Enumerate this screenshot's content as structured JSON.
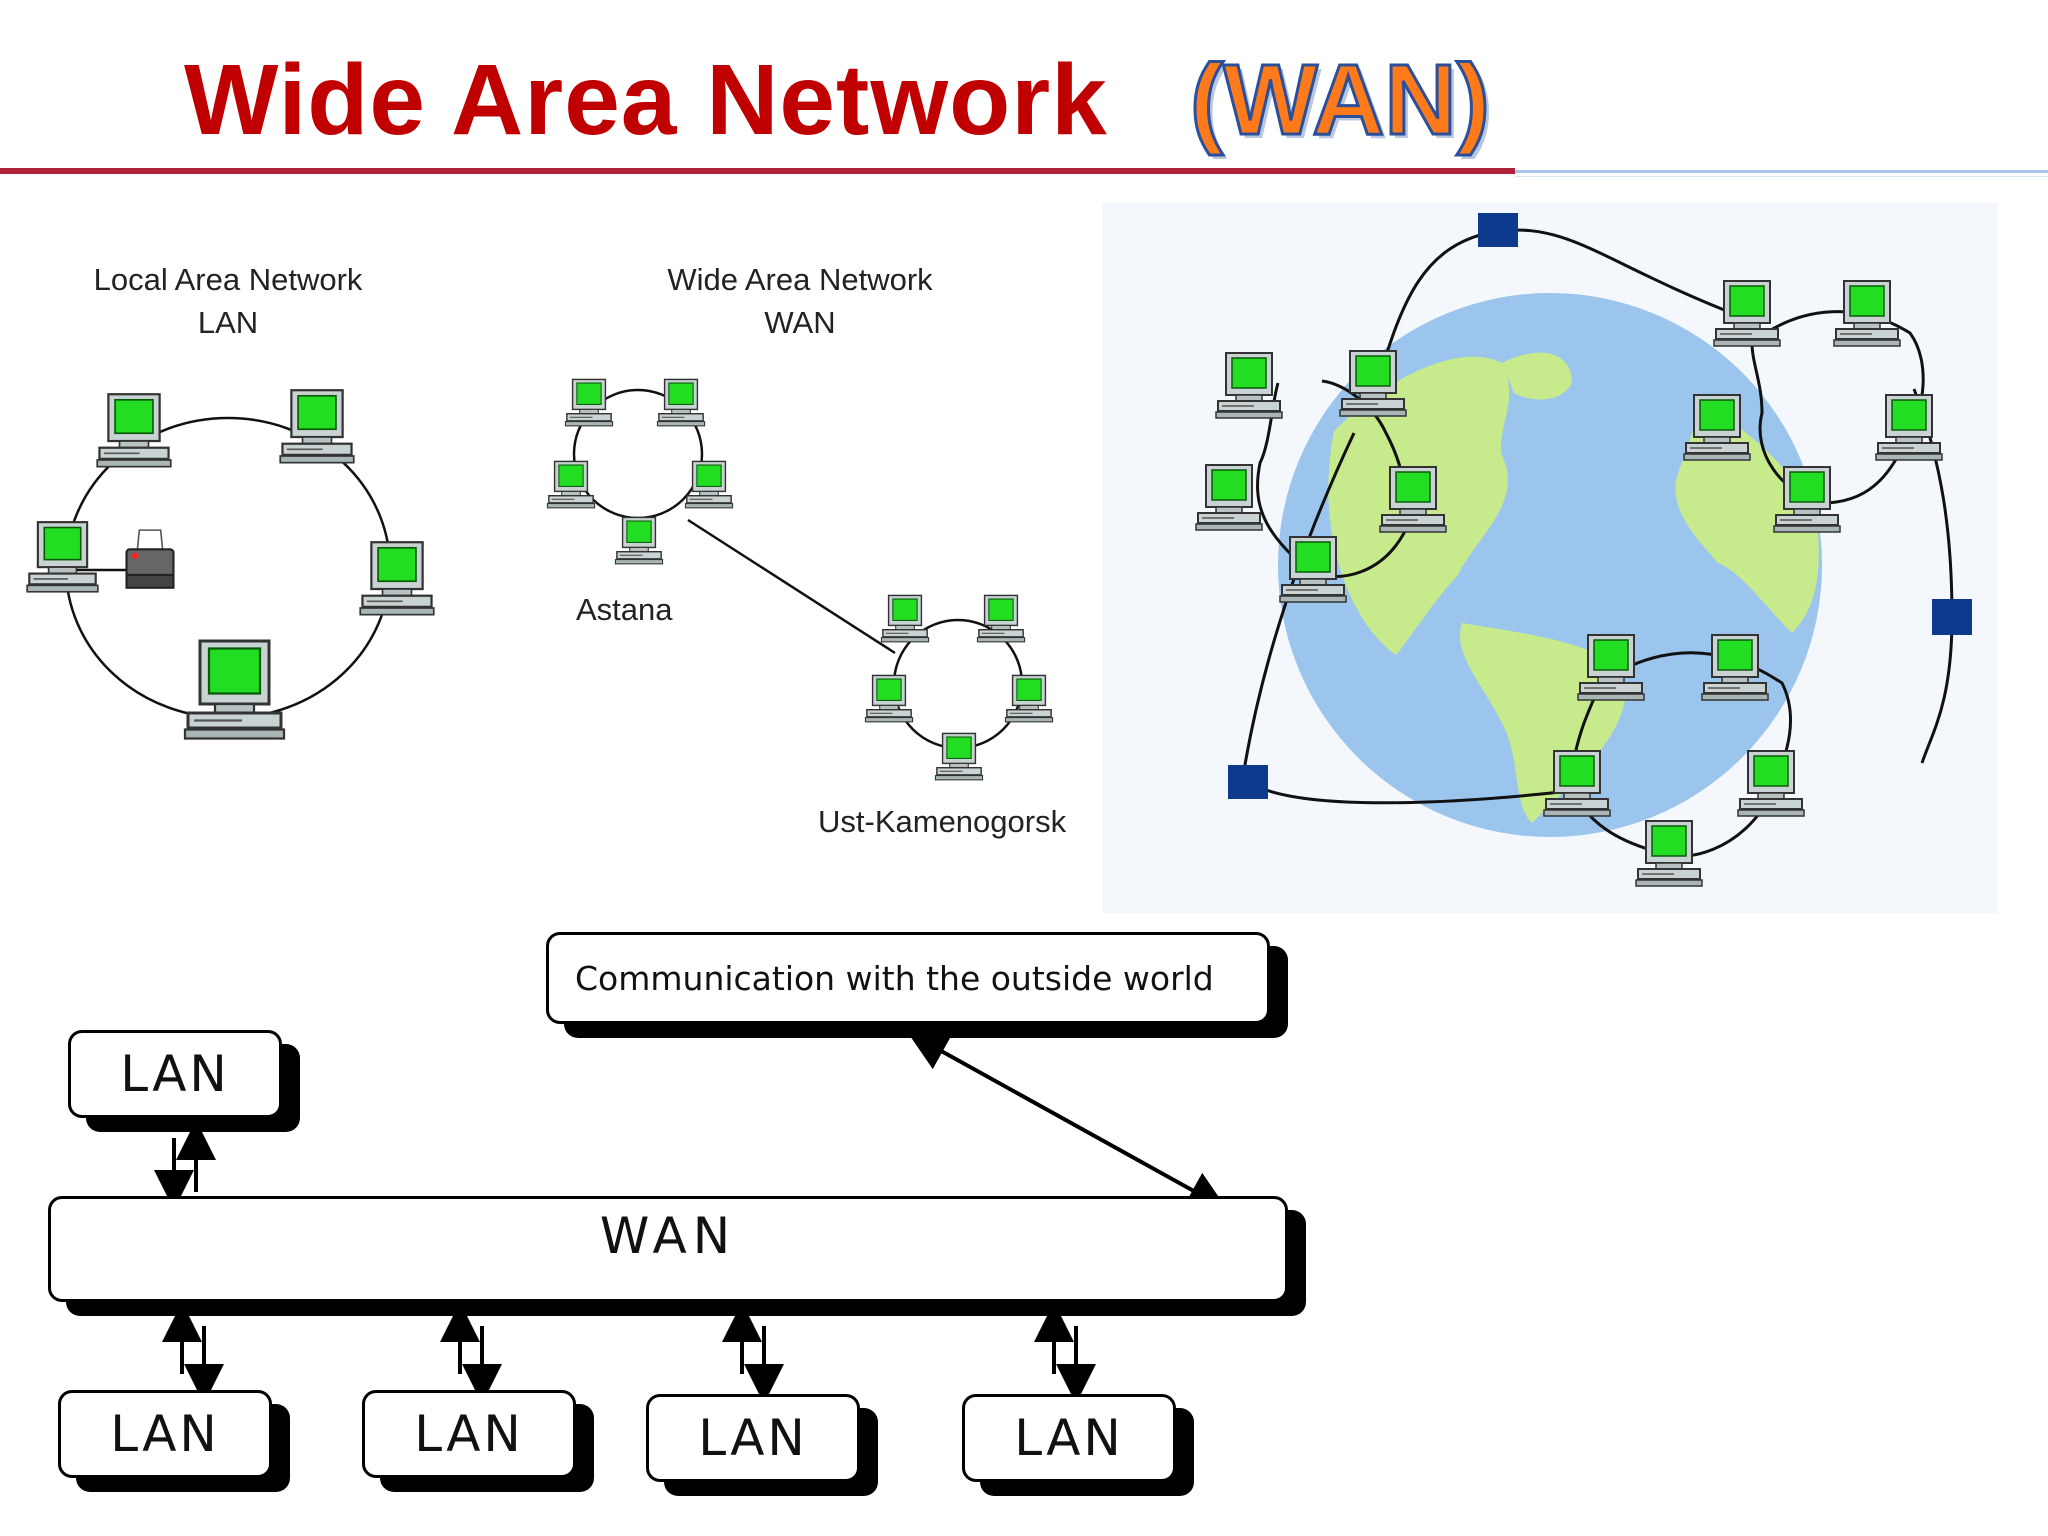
{
  "title": {
    "main": "Wide Area Network",
    "abbr": "(WAN)"
  },
  "lan_diagram": {
    "title_line1": "Local Area Network",
    "title_line2": "LAN"
  },
  "wan_diagram": {
    "title_line1": "Wide Area Network",
    "title_line2": "WAN",
    "city_1": "Astana",
    "city_2": "Ust-Kamenogorsk"
  },
  "block_diagram": {
    "outside": "Communication with the outside world",
    "wan": "WAN",
    "lans": [
      "LAN",
      "LAN",
      "LAN",
      "LAN",
      "LAN"
    ]
  },
  "colors": {
    "title": "#c00000",
    "screen": "#22dd22",
    "globe_water": "#9cc5ee",
    "globe_land": "#c6ea8c",
    "node": "#0d3a8c"
  }
}
